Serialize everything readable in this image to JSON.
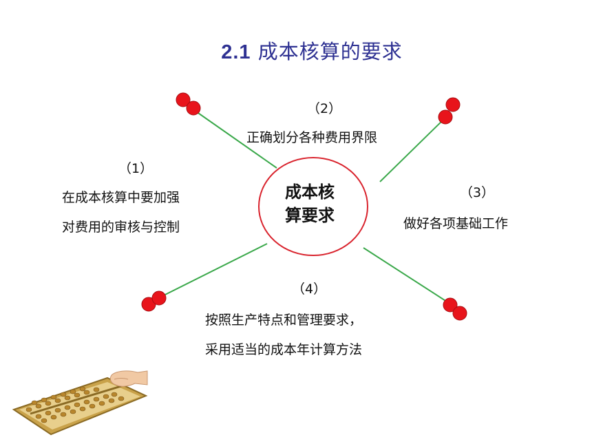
{
  "slide": {
    "title_num": "2.1",
    "title_text": "成本核算的要求"
  },
  "center": {
    "line1": "成本核",
    "line2": "算要求"
  },
  "nodes": [
    {
      "num": "（1）",
      "lines": [
        "在成本核算中要加强",
        "对费用的审核与控制"
      ]
    },
    {
      "num": "（2）",
      "lines": [
        "正确划分各种费用界限"
      ]
    },
    {
      "num": "（3）",
      "lines": [
        "做好各项基础工作"
      ]
    },
    {
      "num": "（4）",
      "lines": [
        "按照生产特点和管理要求，",
        "采用适当的成本年计算方法"
      ]
    }
  ],
  "colors": {
    "title": "#2e3192",
    "connector": "#3aa84a",
    "dot": "#e8141b",
    "ellipse_border": "#d9232d"
  },
  "icons": {
    "abacus": "abacus-illustration"
  }
}
